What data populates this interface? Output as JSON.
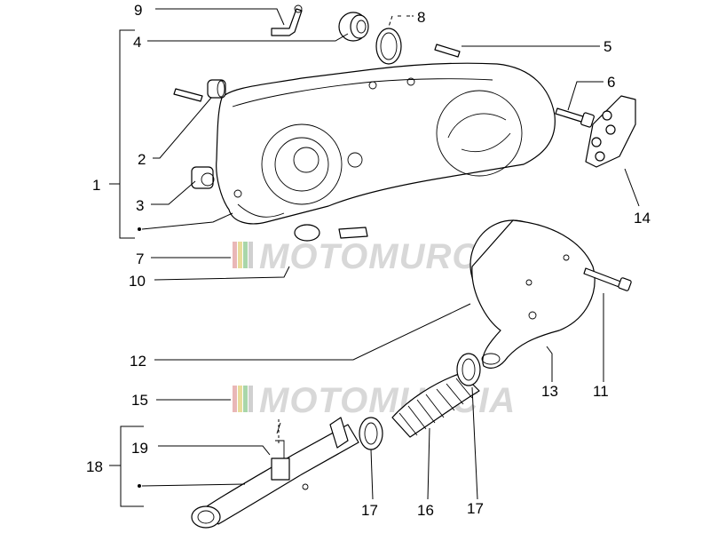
{
  "watermark": {
    "text": "MOTOMURCIA",
    "colors": [
      "#e9b7b7",
      "#e8dc9a",
      "#a9d6a9",
      "#d0d0d0"
    ]
  },
  "callouts": {
    "c1": "1",
    "c2": "2",
    "c3": "3",
    "c4": "4",
    "c5": "5",
    "c6": "6",
    "c7": "7",
    "c8": "8",
    "c9": "9",
    "c10": "10",
    "c11": "11",
    "c12": "12",
    "c13": "13",
    "c14": "14",
    "c15": "15",
    "c16": "16",
    "c17a": "17",
    "c17b": "17",
    "c18": "18",
    "c19": "19"
  }
}
